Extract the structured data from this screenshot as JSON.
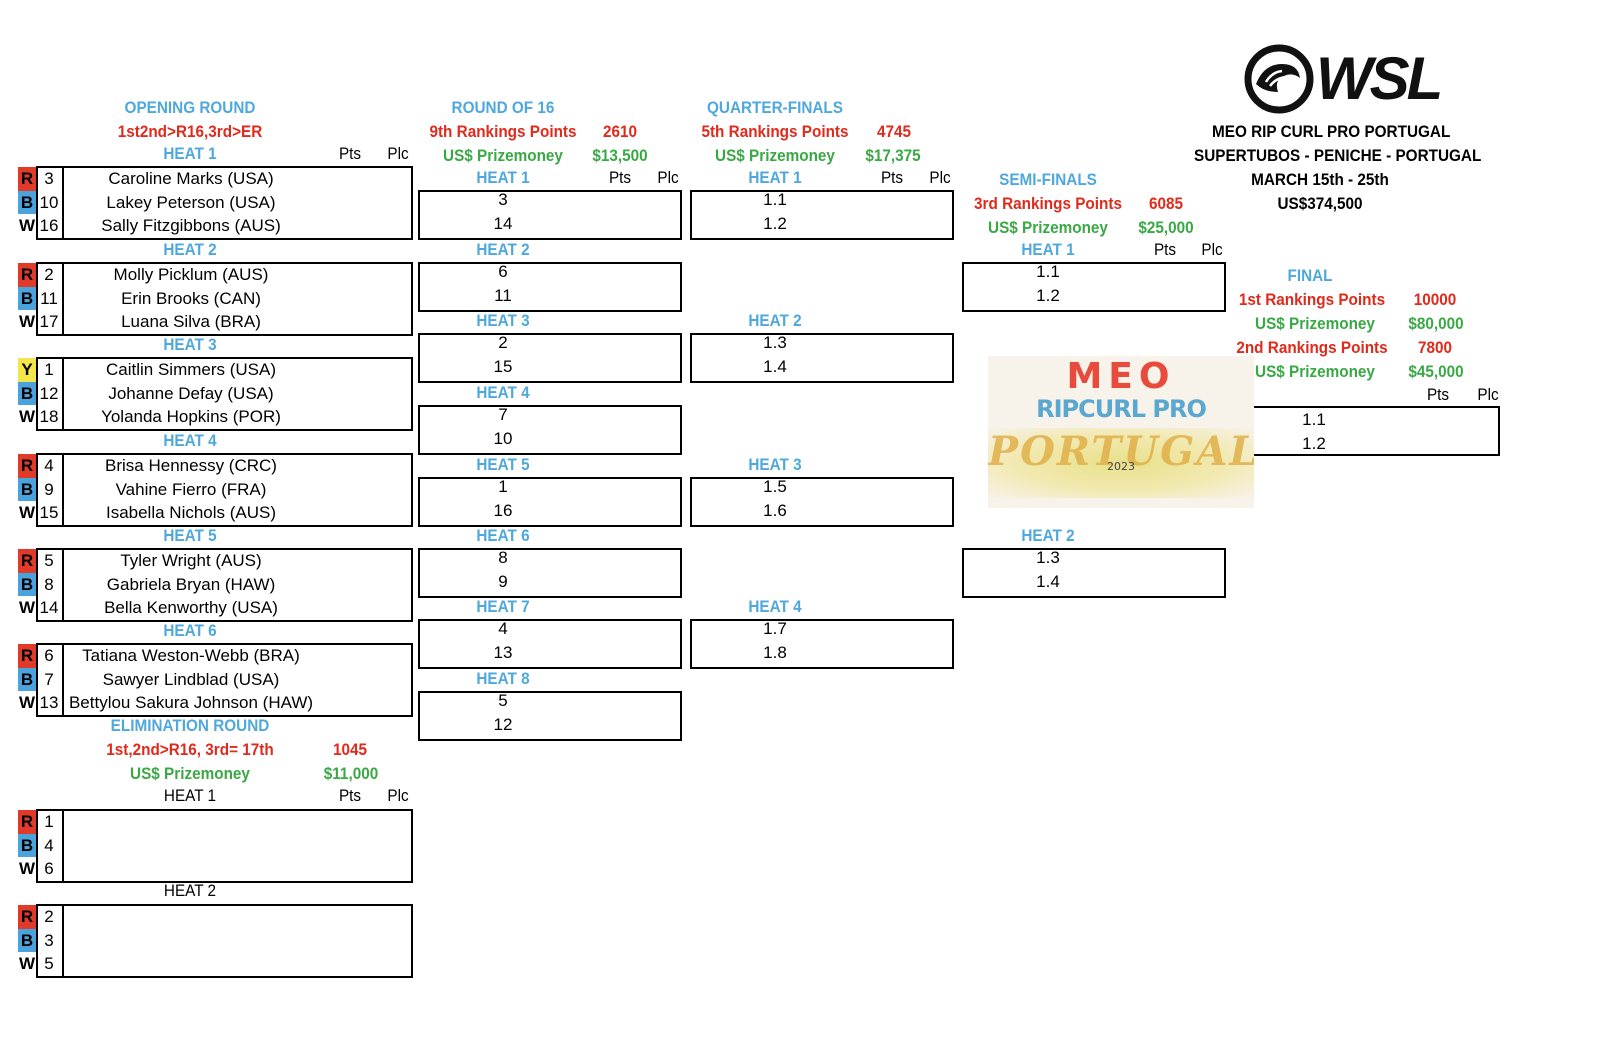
{
  "event": {
    "logo_text": "WSL",
    "name": "MEO RIP CURL PRO PORTUGAL",
    "location": "SUPERTUBOS - PENICHE - PORTUGAL",
    "dates": "MARCH 15th - 25th",
    "purse": "US$374,500",
    "event_logo_lines": [
      "MEO",
      "RIPCURL PRO",
      "PORTUGAL",
      "2023"
    ]
  },
  "labels": {
    "pts": "Pts",
    "plc": "Plc",
    "prize": "US$ Prizemoney"
  },
  "opening_round": {
    "title": "OPENING ROUND",
    "rule": "1st2nd>R16,3rd>ER",
    "heats": [
      {
        "label": "HEAT 1",
        "surfers": [
          {
            "color": "R",
            "seed": "3",
            "name": "Caroline Marks (USA)"
          },
          {
            "color": "B",
            "seed": "10",
            "name": "Lakey Peterson (USA)"
          },
          {
            "color": "W",
            "seed": "16",
            "name": "Sally Fitzgibbons (AUS)"
          }
        ]
      },
      {
        "label": "HEAT 2",
        "surfers": [
          {
            "color": "R",
            "seed": "2",
            "name": "Molly Picklum (AUS)"
          },
          {
            "color": "B",
            "seed": "11",
            "name": "Erin Brooks (CAN)"
          },
          {
            "color": "W",
            "seed": "17",
            "name": "Luana Silva (BRA)"
          }
        ]
      },
      {
        "label": "HEAT 3",
        "surfers": [
          {
            "color": "Y",
            "seed": "1",
            "name": "Caitlin Simmers (USA)"
          },
          {
            "color": "B",
            "seed": "12",
            "name": "Johanne Defay (USA)"
          },
          {
            "color": "W",
            "seed": "18",
            "name": "Yolanda Hopkins (POR)"
          }
        ]
      },
      {
        "label": "HEAT 4",
        "surfers": [
          {
            "color": "R",
            "seed": "4",
            "name": "Brisa Hennessy (CRC)"
          },
          {
            "color": "B",
            "seed": "9",
            "name": "Vahine Fierro (FRA)"
          },
          {
            "color": "W",
            "seed": "15",
            "name": "Isabella Nichols (AUS)"
          }
        ]
      },
      {
        "label": "HEAT 5",
        "surfers": [
          {
            "color": "R",
            "seed": "5",
            "name": "Tyler Wright (AUS)"
          },
          {
            "color": "B",
            "seed": "8",
            "name": "Gabriela Bryan (HAW)"
          },
          {
            "color": "W",
            "seed": "14",
            "name": "Bella Kenworthy (USA)"
          }
        ]
      },
      {
        "label": "HEAT 6",
        "surfers": [
          {
            "color": "R",
            "seed": "6",
            "name": "Tatiana Weston-Webb (BRA)"
          },
          {
            "color": "B",
            "seed": "7",
            "name": "Sawyer Lindblad (USA)"
          },
          {
            "color": "W",
            "seed": "13",
            "name": "Bettylou Sakura Johnson (HAW)"
          }
        ]
      }
    ]
  },
  "elimination_round": {
    "title": "ELIMINATION ROUND",
    "rule": "1st,2nd>R16, 3rd= 17th",
    "points": "1045",
    "prize": "$11,000",
    "heats": [
      {
        "label": "HEAT 1",
        "surfers": [
          {
            "color": "R",
            "seed": "1"
          },
          {
            "color": "B",
            "seed": "4"
          },
          {
            "color": "W",
            "seed": "6"
          }
        ]
      },
      {
        "label": "HEAT 2",
        "surfers": [
          {
            "color": "R",
            "seed": "2"
          },
          {
            "color": "B",
            "seed": "3"
          },
          {
            "color": "W",
            "seed": "5"
          }
        ]
      }
    ]
  },
  "round_of_16": {
    "title": "ROUND OF 16",
    "points_label": "9th Rankings Points",
    "points": "2610",
    "prize": "$13,500",
    "heats": [
      {
        "label": "HEAT 1",
        "seeds": [
          "3",
          "14"
        ]
      },
      {
        "label": "HEAT 2",
        "seeds": [
          "6",
          "11"
        ]
      },
      {
        "label": "HEAT 3",
        "seeds": [
          "2",
          "15"
        ]
      },
      {
        "label": "HEAT 4",
        "seeds": [
          "7",
          "10"
        ]
      },
      {
        "label": "HEAT 5",
        "seeds": [
          "1",
          "16"
        ]
      },
      {
        "label": "HEAT 6",
        "seeds": [
          "8",
          "9"
        ]
      },
      {
        "label": "HEAT 7",
        "seeds": [
          "4",
          "13"
        ]
      },
      {
        "label": "HEAT 8",
        "seeds": [
          "5",
          "12"
        ]
      }
    ]
  },
  "quarter_finals": {
    "title": "QUARTER-FINALS",
    "points_label": "5th Rankings Points",
    "points": "4745",
    "prize": "$17,375",
    "heats": [
      {
        "label": "HEAT 1",
        "seeds": [
          "1.1",
          "1.2"
        ]
      },
      {
        "label": "HEAT 2",
        "seeds": [
          "1.3",
          "1.4"
        ]
      },
      {
        "label": "HEAT 3",
        "seeds": [
          "1.5",
          "1.6"
        ]
      },
      {
        "label": "HEAT 4",
        "seeds": [
          "1.7",
          "1.8"
        ]
      }
    ]
  },
  "semi_finals": {
    "title": "SEMI-FINALS",
    "points_label": "3rd Rankings Points",
    "points": "6085",
    "prize": "$25,000",
    "heats": [
      {
        "label": "HEAT 1",
        "seeds": [
          "1.1",
          "1.2"
        ]
      },
      {
        "label": "HEAT 2",
        "seeds": [
          "1.3",
          "1.4"
        ]
      }
    ]
  },
  "final": {
    "title": "FINAL",
    "first_label": "1st Rankings Points",
    "first_points": "10000",
    "first_prize": "$80,000",
    "second_label": "2nd Rankings Points",
    "second_points": "7800",
    "second_prize": "$45,000",
    "seeds": [
      "1.1",
      "1.2"
    ]
  },
  "colors": {
    "R": "#e03a2a",
    "B": "#4aa3dc",
    "W": "#ffffff",
    "Y": "#f3e64c",
    "header": "#4fa8dc",
    "points": "#e02a1c",
    "prize": "#3aa845"
  }
}
